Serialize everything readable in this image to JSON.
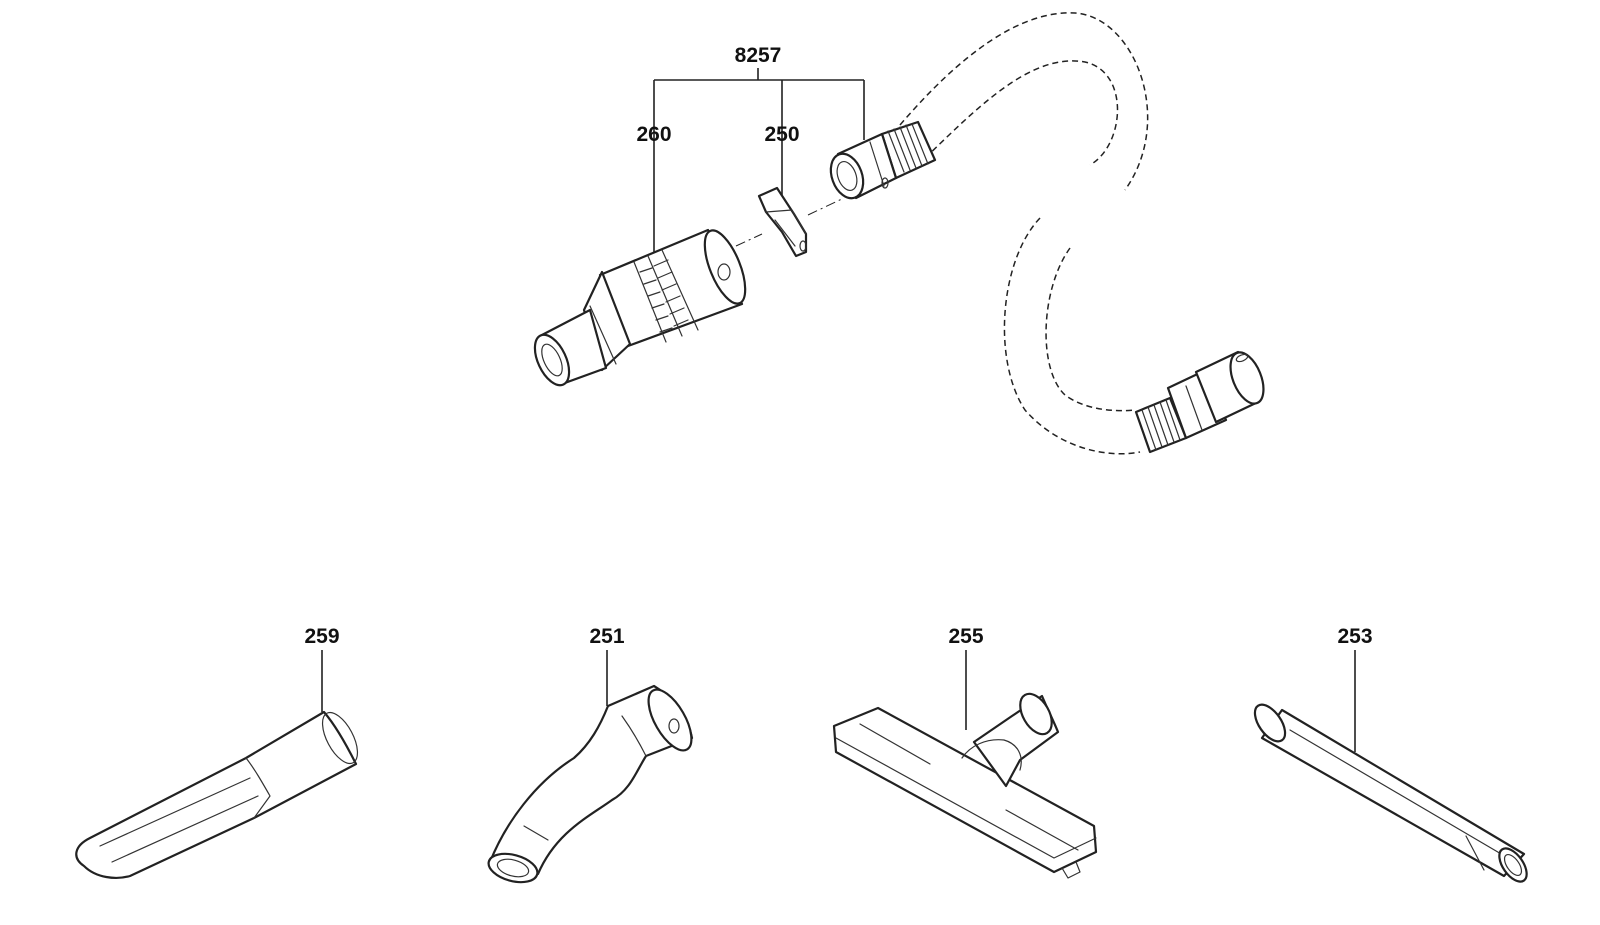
{
  "labels": {
    "assembly": "8257",
    "nozzle_260": "260",
    "clip_250": "250",
    "crevice_259": "259",
    "elbow_251": "251",
    "floor_255": "255",
    "tube_253": "253"
  }
}
